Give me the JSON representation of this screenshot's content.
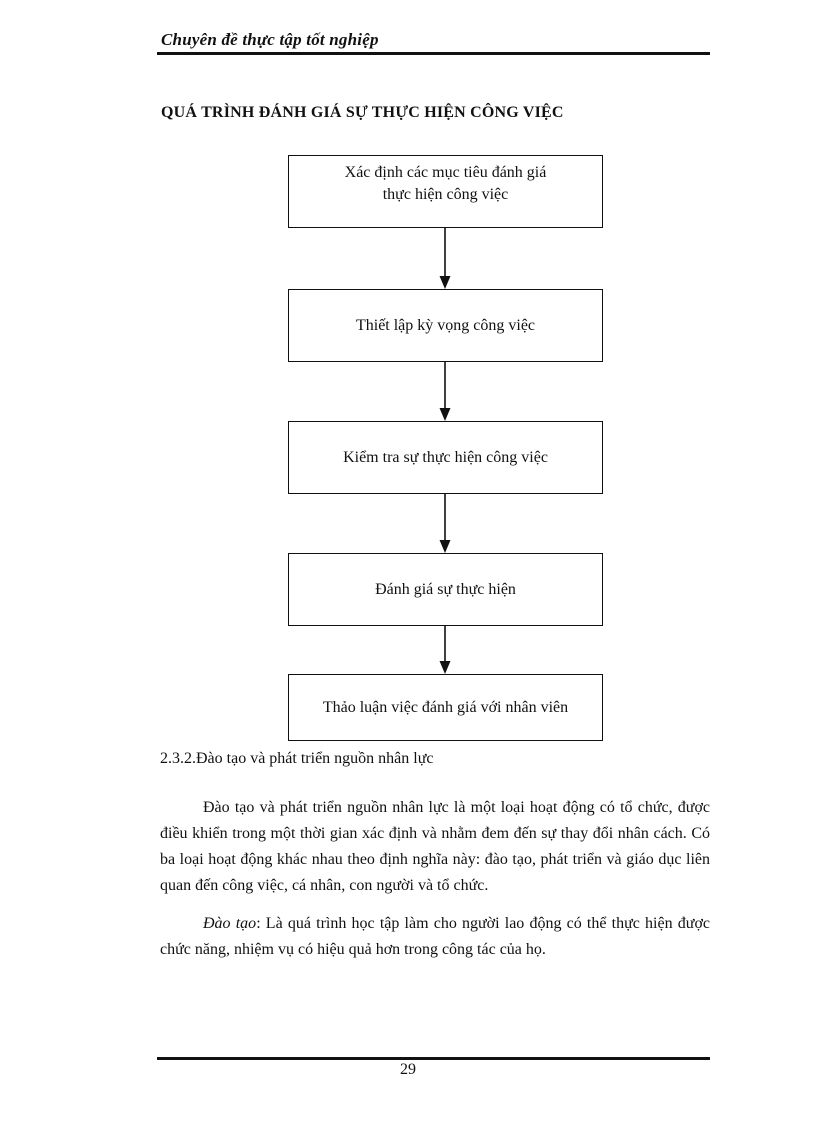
{
  "header": {
    "title": "Chuyên  đề thực tập tốt nghiệp"
  },
  "section_title": "QUÁ TRÌNH ĐÁNH GIÁ SỰ THỰC HIỆN CÔNG VIỆC",
  "flowchart": {
    "steps": [
      {
        "line1": "Xác định các mục tiêu đánh giá",
        "line2": "thực hiện công việc"
      },
      {
        "line1": "Thiết lập kỳ vọng công việc"
      },
      {
        "line1": "Kiểm tra sự thực hiện công việc"
      },
      {
        "line1": "Đánh giá sự thực hiện"
      },
      {
        "line1": "Thảo luận việc đánh giá với nhân viên"
      }
    ]
  },
  "subheading": "2.3.2.Đào tạo và phát triển nguồn nhân lực",
  "paragraphs": {
    "p1": "Đào tạo và phát triển nguồn nhân lực là một loại hoạt động có tổ chức, được điều khiển trong một thời gian xác định và nhằm đem đến sự thay đổi nhân cách. Có ba loại hoạt động khác nhau theo định nghĩa này: đào tạo, phát triển và giáo dục liên quan đến công việc, cá nhân, con người và tổ chức.",
    "p2_term": "Đào tạo",
    "p2_text": ": Là quá trình học tập làm cho người lao động có thể thực hiện được chức năng, nhiệm vụ có hiệu quả hơn trong công tác của họ."
  },
  "footer": {
    "page_number": "29"
  }
}
